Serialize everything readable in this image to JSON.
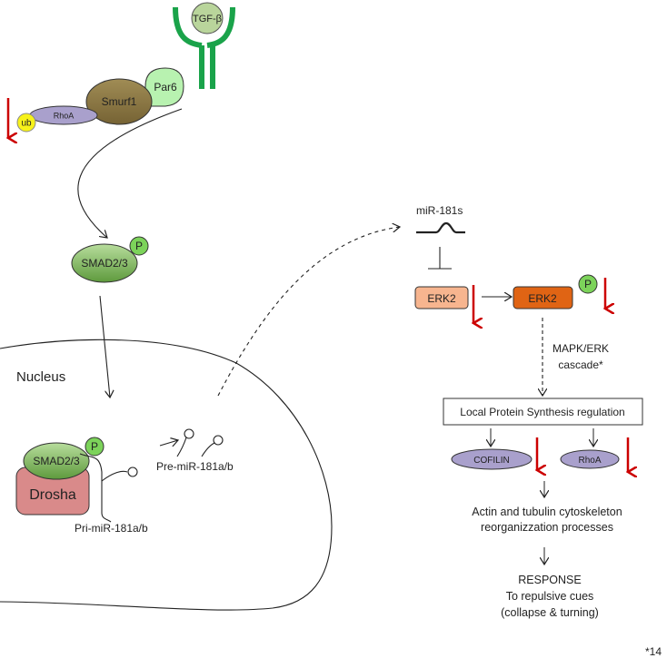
{
  "receptor": {
    "ligand_label": "TGF-β"
  },
  "complex": {
    "smurf1_label": "Smurf1",
    "par6_label": "Par6",
    "rhoa_label": "RhoA",
    "ub_label": "ub"
  },
  "smad_cyto": {
    "label": "SMAD2/3",
    "phospho_label": "P"
  },
  "nucleus": {
    "label": "Nucleus",
    "smad_label": "SMAD2/3",
    "phospho_label": "P",
    "drosha_label": "Drosha",
    "pri_mir_label": "Pri-miR-181a/b",
    "pre_mir_label": "Pre-miR-181a/b"
  },
  "mirna": {
    "label": "miR-181s"
  },
  "erk": {
    "erk2_label": "ERK2",
    "erk2_active_label": "ERK2",
    "phospho_label": "P",
    "cascade_line1": "MAPK/ERK",
    "cascade_line2": "cascade*"
  },
  "synthesis": {
    "box_label": "Local Protein Synthesis regulation"
  },
  "targets": {
    "cofilin_label": "COFILIN",
    "rhoa_label": "RhoA"
  },
  "outcome": {
    "line1": "Actin and tubulin cytoskeleton",
    "line2": "reorganizzation processes",
    "response_title": "RESPONSE",
    "response_line1": "To repulsive cues",
    "response_line2": "(collapse & turning)"
  },
  "footnote": "*14",
  "colors": {
    "receptor": "#1aa34a",
    "down_arrow": "#cc0000",
    "erk_inactive": "#f7b58f",
    "erk_active": "#e06414",
    "drosha": "#d98a8a",
    "rhoa": "#a9a0cc",
    "smurf": "#8f7a45",
    "par6": "#b8f2b0",
    "ub": "#f7f21a",
    "smad_green": "#6ca648",
    "phospho": "#7cd35a"
  }
}
